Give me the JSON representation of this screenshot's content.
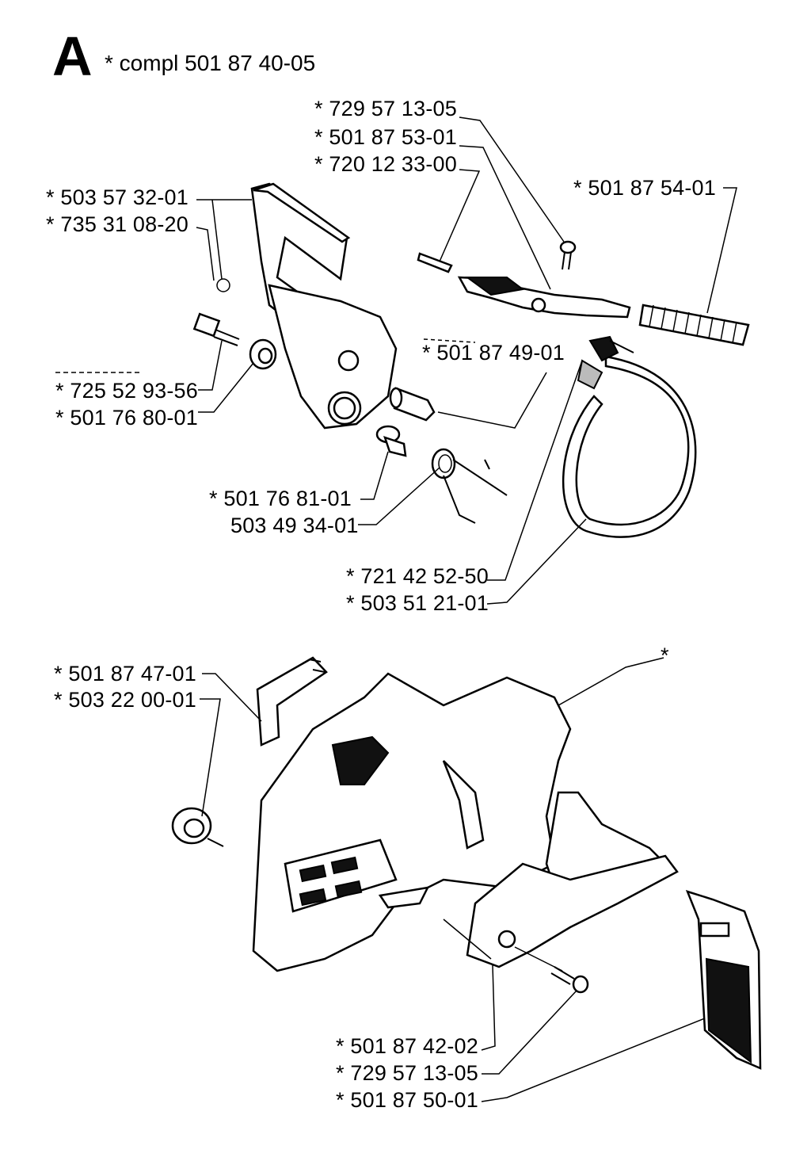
{
  "header": {
    "section": "A",
    "text": "* compl 501 87 40-05"
  },
  "labels": {
    "p1": "* 729 57 13-05",
    "p2": "* 501 87 53-01",
    "p3": "* 720 12 33-00",
    "p4": "* 501 87 54-01",
    "p5": "* 503 57 32-01",
    "p6": "* 735 31 08-20",
    "p7": "* 501 87 49-01",
    "p8": "* 725 52 93-56",
    "p9": "* 501 76 80-01",
    "p10": "* 501 76 81-01",
    "p11": "503 49 34-01",
    "p12": "* 721 42 52-50",
    "p13": "* 503 51 21-01",
    "p14": "* 501 87 47-01",
    "p15": "* 503 22 00-01",
    "p16": "*",
    "p17": "* 501 87 42-02",
    "p18": "* 729 57 13-05",
    "p19": "* 501 87 50-01"
  }
}
